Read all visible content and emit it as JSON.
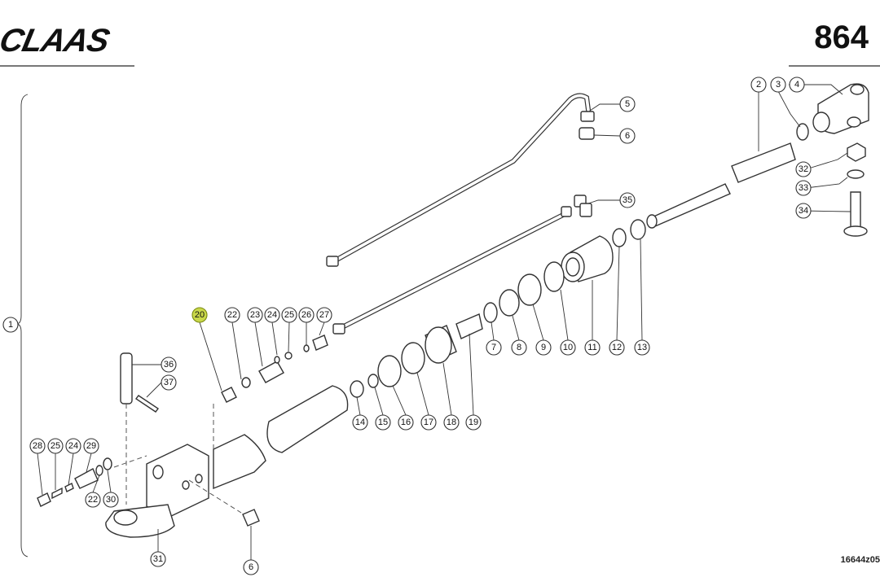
{
  "header": {
    "brand": "CLAAS",
    "page_number": "864"
  },
  "footer": {
    "drawing_code": "16644z05"
  },
  "colors": {
    "selected_callout": "#c9d84a",
    "line": "#333333"
  },
  "callouts": [
    {
      "id": "1",
      "label": "1"
    },
    {
      "id": "2",
      "label": "2"
    },
    {
      "id": "3",
      "label": "3"
    },
    {
      "id": "4",
      "label": "4"
    },
    {
      "id": "5",
      "label": "5"
    },
    {
      "id": "6a",
      "label": "6"
    },
    {
      "id": "6b",
      "label": "6"
    },
    {
      "id": "7",
      "label": "7"
    },
    {
      "id": "8",
      "label": "8"
    },
    {
      "id": "9",
      "label": "9"
    },
    {
      "id": "10",
      "label": "10"
    },
    {
      "id": "11",
      "label": "11"
    },
    {
      "id": "12",
      "label": "12"
    },
    {
      "id": "13",
      "label": "13"
    },
    {
      "id": "14",
      "label": "14"
    },
    {
      "id": "15",
      "label": "15"
    },
    {
      "id": "16",
      "label": "16"
    },
    {
      "id": "17",
      "label": "17"
    },
    {
      "id": "18",
      "label": "18"
    },
    {
      "id": "19",
      "label": "19"
    },
    {
      "id": "20",
      "label": "20",
      "selected": true
    },
    {
      "id": "22a",
      "label": "22"
    },
    {
      "id": "22b",
      "label": "22"
    },
    {
      "id": "23",
      "label": "23"
    },
    {
      "id": "24a",
      "label": "24"
    },
    {
      "id": "24b",
      "label": "24"
    },
    {
      "id": "25a",
      "label": "25"
    },
    {
      "id": "25b",
      "label": "25"
    },
    {
      "id": "26",
      "label": "26"
    },
    {
      "id": "27",
      "label": "27"
    },
    {
      "id": "28",
      "label": "28"
    },
    {
      "id": "29",
      "label": "29"
    },
    {
      "id": "30",
      "label": "30"
    },
    {
      "id": "31",
      "label": "31"
    },
    {
      "id": "32",
      "label": "32"
    },
    {
      "id": "33",
      "label": "33"
    },
    {
      "id": "34",
      "label": "34"
    },
    {
      "id": "35",
      "label": "35"
    },
    {
      "id": "36",
      "label": "36"
    },
    {
      "id": "37",
      "label": "37"
    }
  ]
}
